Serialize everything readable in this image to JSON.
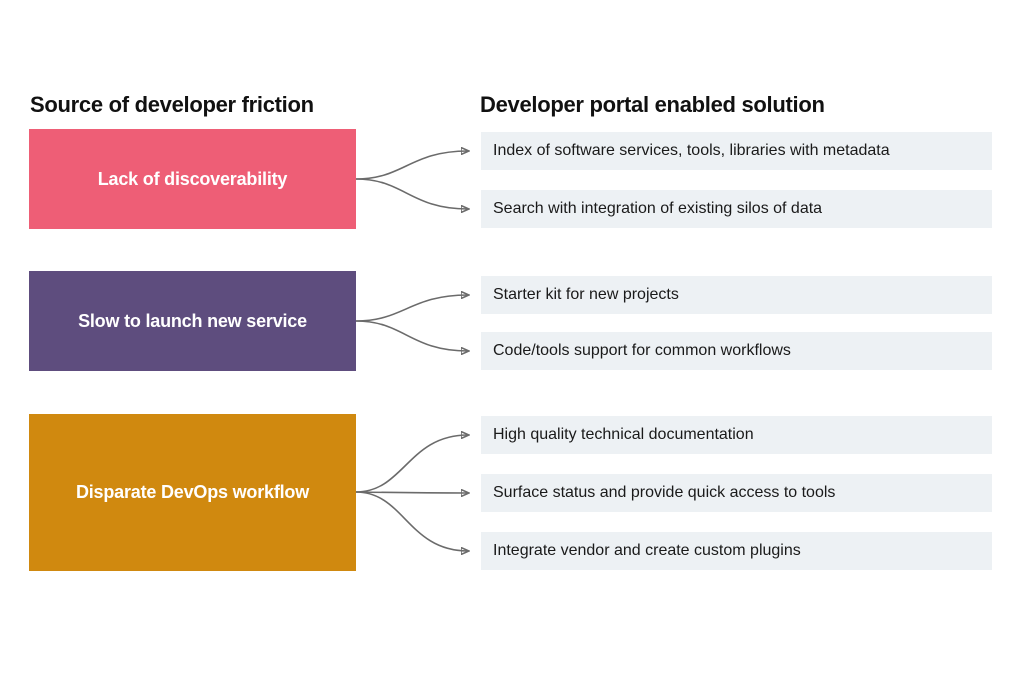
{
  "headers": {
    "left": "Source of developer friction",
    "right": "Developer portal enabled solution"
  },
  "colors": {
    "background": "#ffffff",
    "heading_text": "#111111",
    "friction_label_text": "#ffffff",
    "friction_pink": "#ee5e76",
    "friction_purple": "#5e4d7e",
    "friction_gold": "#d0890f",
    "solution_bg": "#edf1f4",
    "solution_text": "#1a1a1a",
    "arrow": "#6b6b6b"
  },
  "sections": [
    {
      "label": "Lack of discoverability",
      "color": "#ee5e76",
      "solutions": [
        "Index of software services, tools, libraries with metadata",
        "Search with integration of existing silos of data"
      ]
    },
    {
      "label": "Slow to launch new service",
      "color": "#5e4d7e",
      "solutions": [
        "Starter kit for new projects",
        "Code/tools support for common workflows"
      ]
    },
    {
      "label": "Disparate DevOps workflow",
      "color": "#d0890f",
      "solutions": [
        "High quality technical documentation",
        "Surface status and provide quick access to tools",
        "Integrate vendor and create custom plugins"
      ]
    }
  ]
}
